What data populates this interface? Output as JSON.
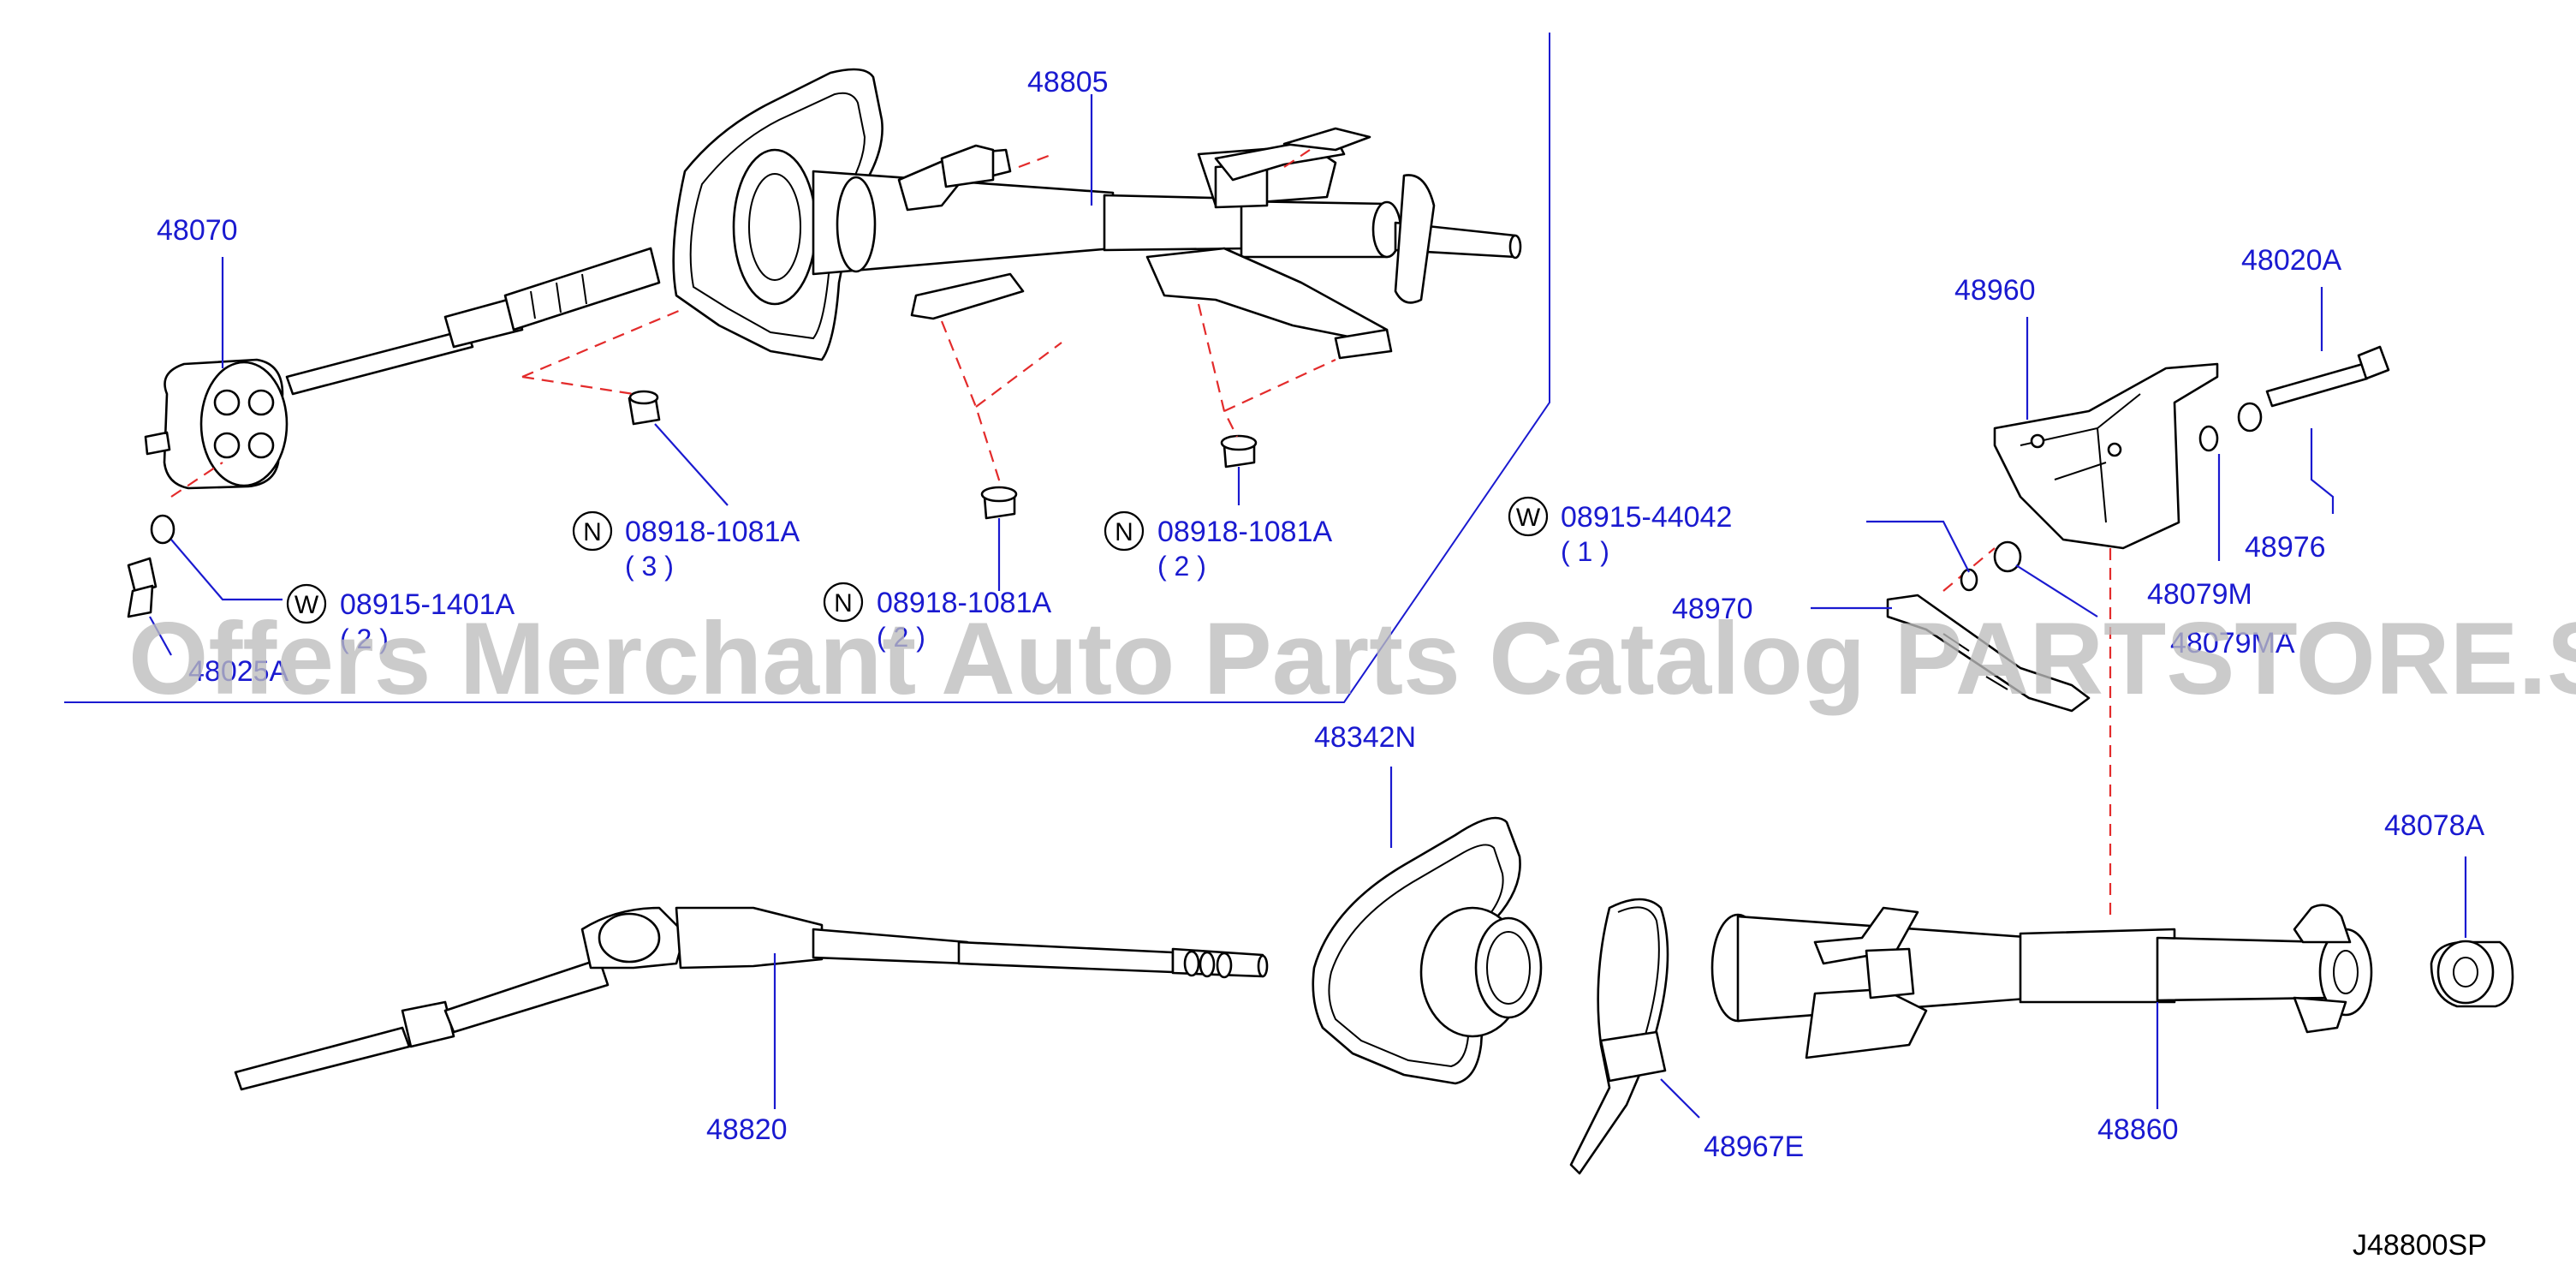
{
  "parts": {
    "p48805": "48805",
    "p48070": "48070",
    "p48960": "48960",
    "p48020a": "48020A",
    "p48976": "48976",
    "p48079m": "48079M",
    "p48970": "48970",
    "p48079ma": "48079MA",
    "p48342n": "48342N",
    "p48078a": "48078A",
    "p48820": "48820",
    "p48967e": "48967E",
    "p48860": "48860",
    "p48025a": "48025A"
  },
  "callouts": [
    {
      "prefix": "N",
      "code": "08918-1081A",
      "qty": "( 3 )"
    },
    {
      "prefix": "N",
      "code": "08918-1081A",
      "qty": "( 2 )"
    },
    {
      "prefix": "N",
      "code": "08918-1081A",
      "qty": "( 2 )"
    },
    {
      "prefix": "W",
      "code": "08915-44042",
      "qty": "( 1 )"
    },
    {
      "prefix": "W",
      "code": "08915-1401A",
      "qty": "( 2 )"
    }
  ],
  "diagram_code": "J48800SP",
  "watermark": "Offers Merchant Auto Parts Catalog PARTSTORE.SA",
  "colors": {
    "label": "#1a1ad0",
    "dashed_guide": "#e32b2b",
    "watermark": "#bdbdbd"
  }
}
